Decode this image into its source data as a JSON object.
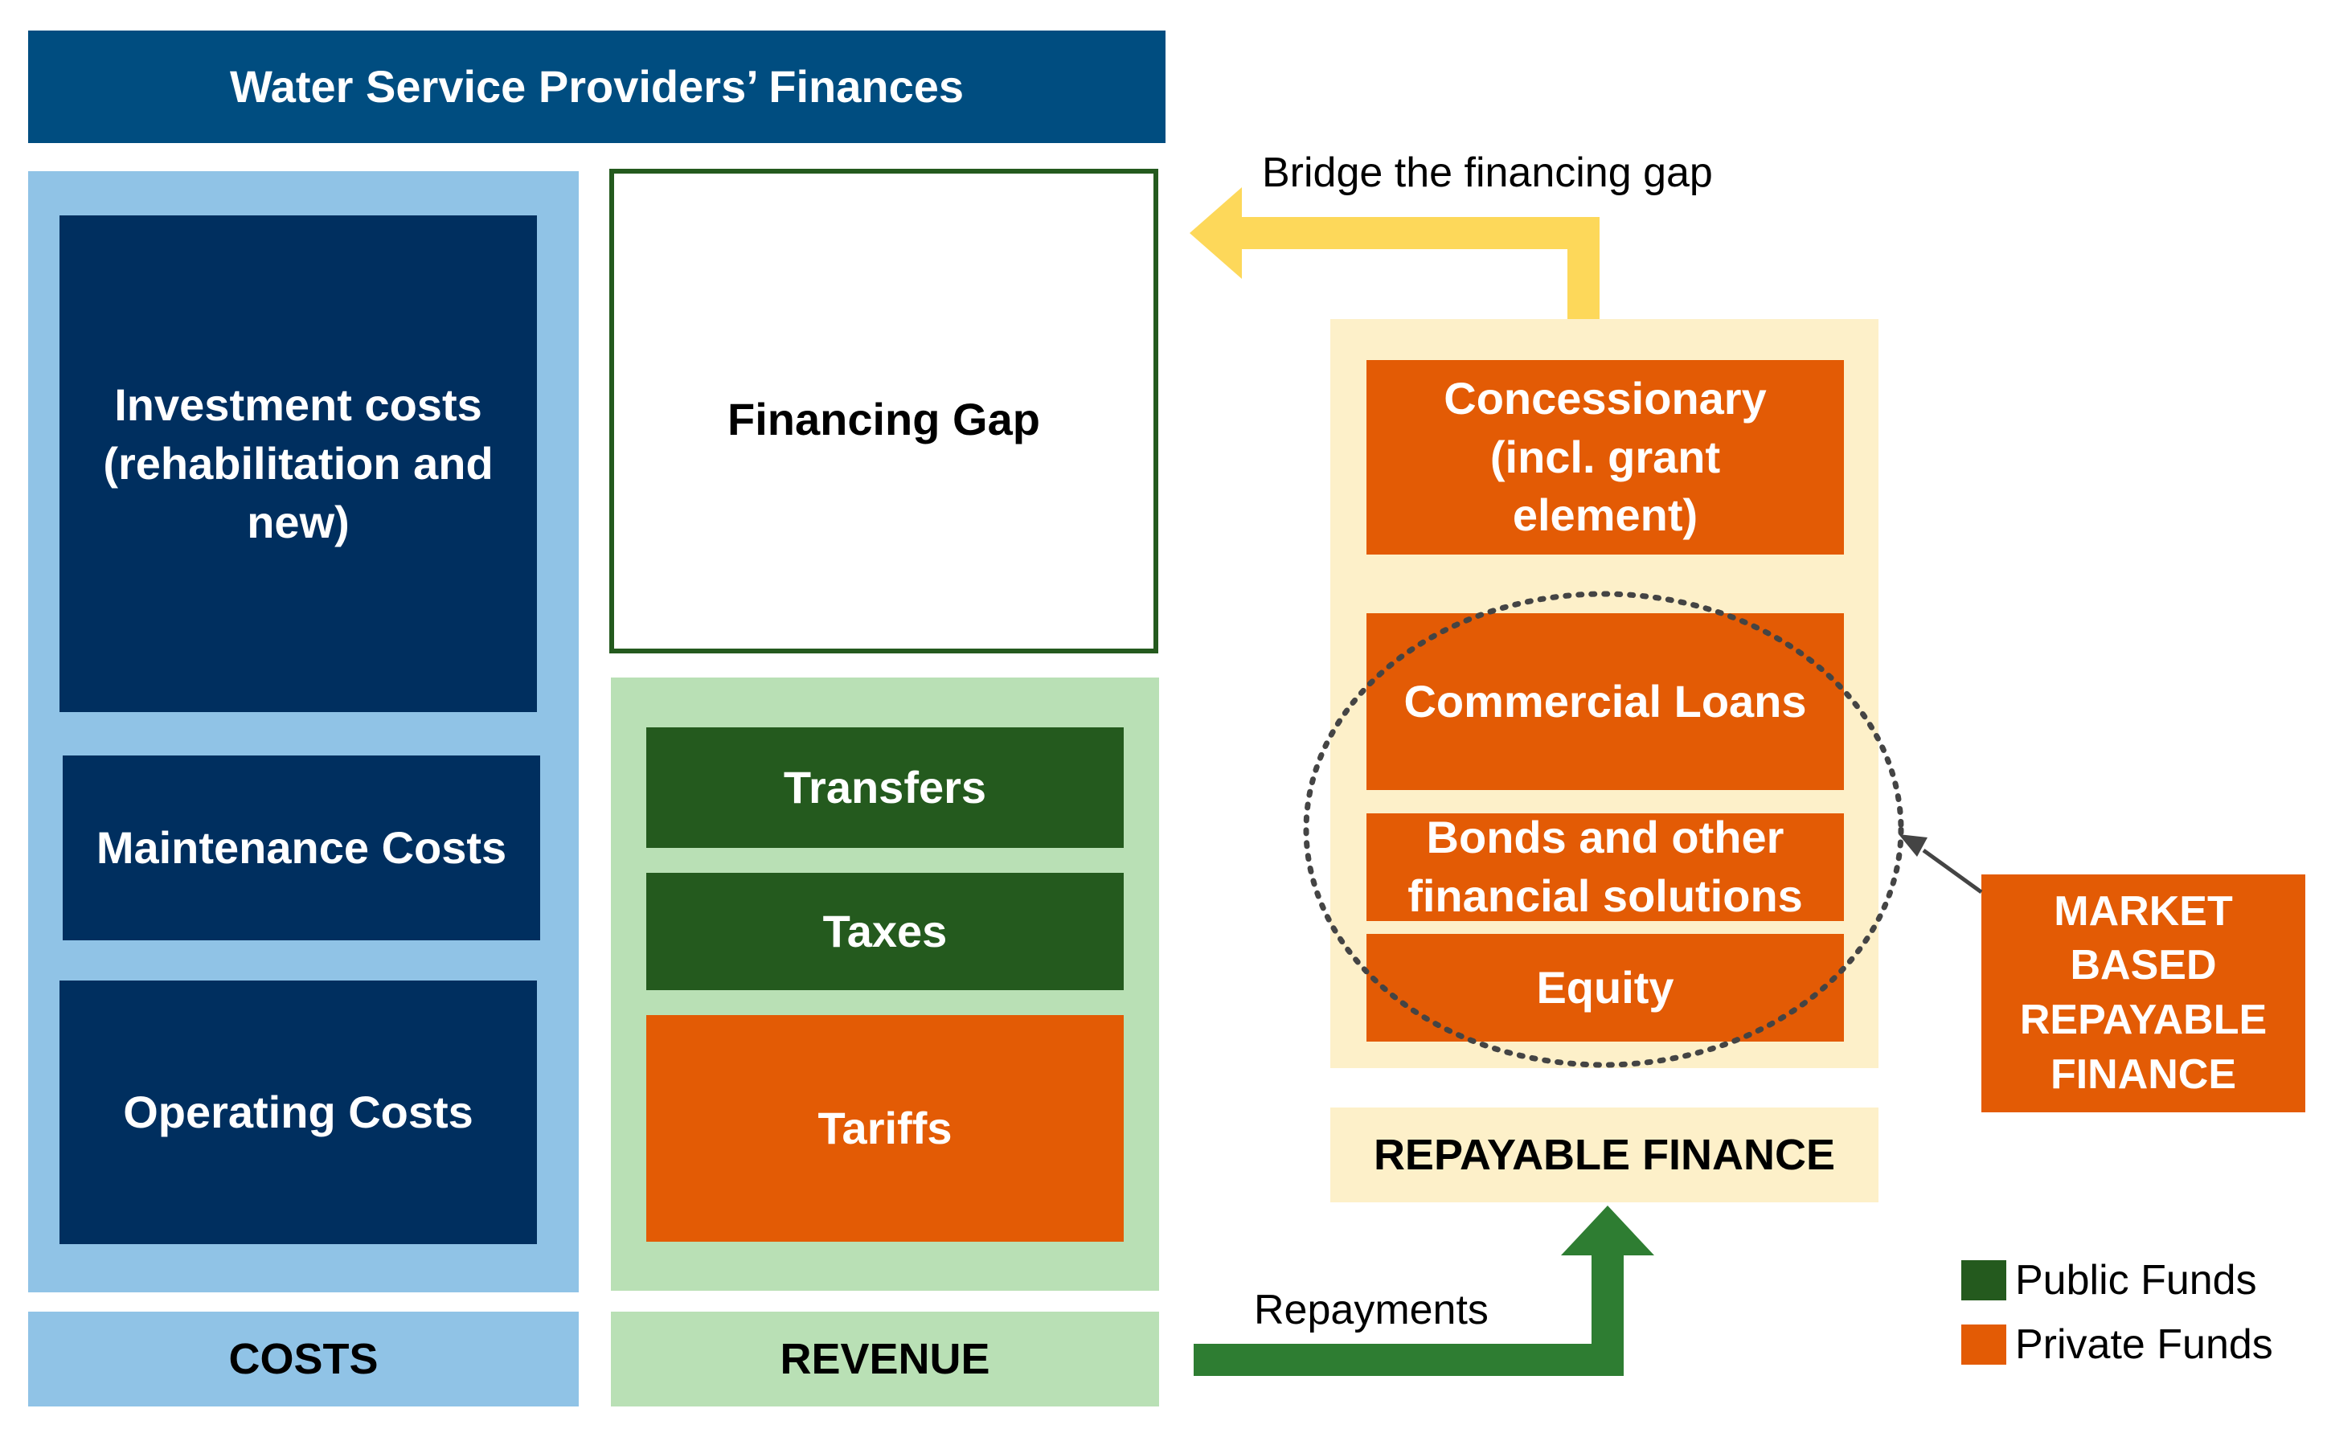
{
  "title": "Water Service Providers’ Finances",
  "costs": {
    "investment": "Investment costs (rehabilitation and new)",
    "maintenance": "Maintenance Costs",
    "operating": "Operating Costs",
    "label": "COSTS"
  },
  "revenue": {
    "financing_gap": "Financing Gap",
    "transfers": "Transfers",
    "taxes": "Taxes",
    "tariffs": "Tariffs",
    "label": "REVENUE"
  },
  "repayable": {
    "concessionary": "Concessionary (incl. grant element)",
    "commercial_loans": "Commercial Loans",
    "bonds": "Bonds and other financial solutions",
    "equity": "Equity",
    "label": "REPAYABLE FINANCE"
  },
  "market_based": "MARKET BASED REPAYABLE FINANCE",
  "arrows": {
    "bridge": "Bridge the financing gap",
    "repayments": "Repayments"
  },
  "legend": {
    "public": "Public Funds",
    "private": "Private Funds"
  },
  "colors": {
    "public_funds": "#245A1E",
    "private_funds": "#E35B05",
    "bridge_arrow": "#FDD85A",
    "repay_arrow": "#2E7D32"
  }
}
